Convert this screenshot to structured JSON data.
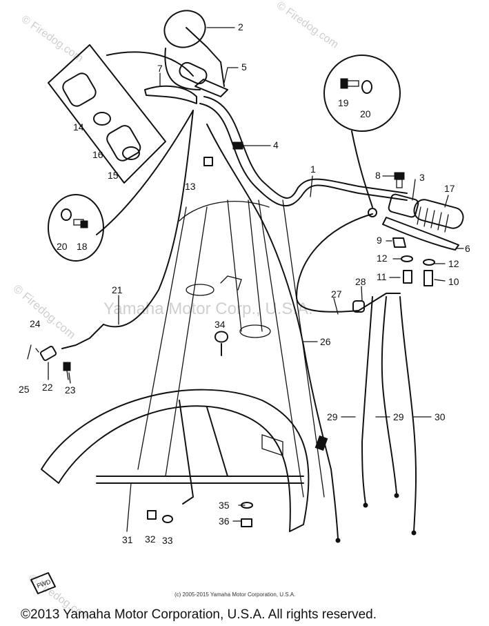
{
  "watermarks": {
    "top_left": "© Firedog.com",
    "top_right": "© Firedog.com",
    "left_vertical": "© Firedog.com",
    "bottom_left": "© Firedog.com",
    "center": "Yamaha Motor Corp., U.S.A."
  },
  "part_labels": {
    "p1": "1",
    "p2": "2",
    "p3": "3",
    "p4": "4",
    "p5": "5",
    "p6": "6",
    "p7": "7",
    "p8": "8",
    "p9": "9",
    "p10": "10",
    "p11": "11",
    "p12a": "12",
    "p12b": "12",
    "p13": "13",
    "p14": "14",
    "p15": "15",
    "p16": "16",
    "p17": "17",
    "p18": "18",
    "p19": "19",
    "p20a": "20",
    "p20b": "20",
    "p21": "21",
    "p22": "22",
    "p23": "23",
    "p24": "24",
    "p25": "25",
    "p26": "26",
    "p27": "27",
    "p28": "28",
    "p29a": "29",
    "p29b": "29",
    "p30": "30",
    "p31": "31",
    "p32": "32",
    "p33": "33",
    "p34": "34",
    "p35": "35",
    "p36": "36"
  },
  "front_mark": "FWD",
  "fine_print": "(c) 2005-2015 Yamaha Motor Corporation, U.S.A.",
  "copyright": "©2013 Yamaha Motor Corporation, U.S.A. All rights reserved."
}
